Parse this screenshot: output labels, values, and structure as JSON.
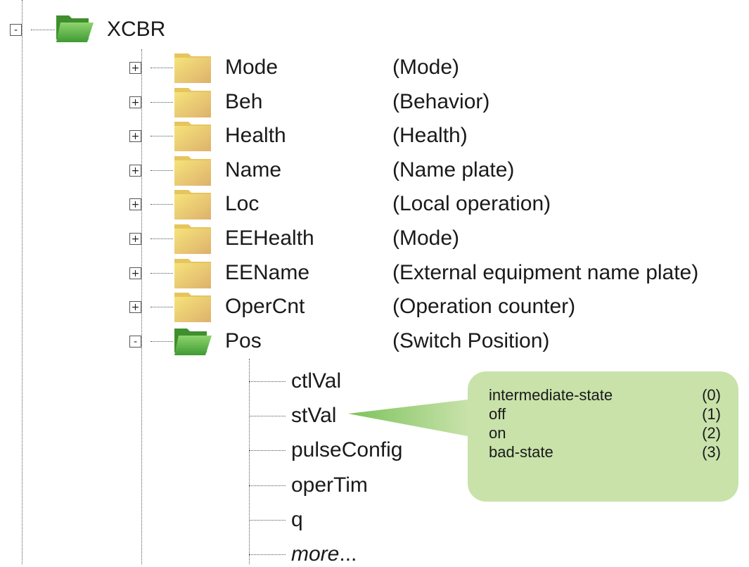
{
  "tree": {
    "root": {
      "label": "XCBR",
      "toggle": "-"
    },
    "children": [
      {
        "name": "Mode",
        "desc": "(Mode)",
        "toggle": "+"
      },
      {
        "name": "Beh",
        "desc": "(Behavior)",
        "toggle": "+"
      },
      {
        "name": "Health",
        "desc": "(Health)",
        "toggle": "+"
      },
      {
        "name": "Name",
        "desc": "(Name plate)",
        "toggle": "+"
      },
      {
        "name": "Loc",
        "desc": "(Local operation)",
        "toggle": "+"
      },
      {
        "name": "EEHealth",
        "desc": "(Mode)",
        "toggle": "+"
      },
      {
        "name": "EEName",
        "desc": "(External equipment name plate)",
        "toggle": "+"
      },
      {
        "name": "OperCnt",
        "desc": "(Operation counter)",
        "toggle": "+"
      },
      {
        "name": "Pos",
        "desc": "(Switch Position)",
        "toggle": "-"
      }
    ],
    "pos_leaves": [
      "ctlVal",
      "stVal",
      "pulseConfig",
      "operTim",
      "q"
    ],
    "more_label": "more",
    "more_suffix": "..."
  },
  "callout": {
    "rows": [
      {
        "label": "intermediate-state",
        "value": "(0)"
      },
      {
        "label": "off",
        "value": "(1)"
      },
      {
        "label": "on",
        "value": "(2)"
      },
      {
        "label": "bad-state",
        "value": "(3)"
      }
    ]
  },
  "colors": {
    "folder_open_green": "#5fb548",
    "folder_closed_yellow": "#eccd62",
    "callout_fill": "#c8e2aa",
    "connector_line": "#555555"
  },
  "icons": {
    "open_folder": "folder-open-icon",
    "closed_folder": "folder-closed-icon"
  }
}
